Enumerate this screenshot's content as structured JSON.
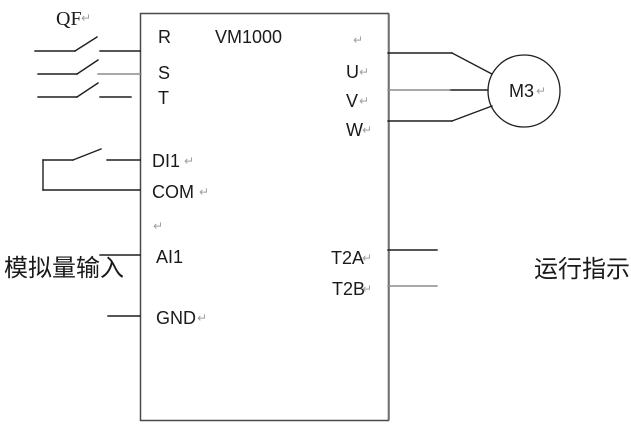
{
  "diagram": {
    "breaker_label": "QF",
    "device_label": "VM1000",
    "motor_label": "M3",
    "terminals": {
      "r": "R",
      "s": "S",
      "t": "T",
      "di1": "DI1",
      "com": "COM",
      "ai1": "AI1",
      "gnd": "GND",
      "u": "U",
      "v": "V",
      "w": "W",
      "t2a": "T2A",
      "t2b": "T2B"
    },
    "annotations": {
      "analog_input": "模拟量输入",
      "run_indicator": "运行指示"
    },
    "pilcrow_mark": "↵",
    "colors": {
      "line": "#1f1f1f",
      "gray_line": "#8c8c8c",
      "box_border": "#4a4a4a",
      "text": "#1a1a1a",
      "pilcrow": "#9e9e9e",
      "background": "#ffffff"
    }
  }
}
